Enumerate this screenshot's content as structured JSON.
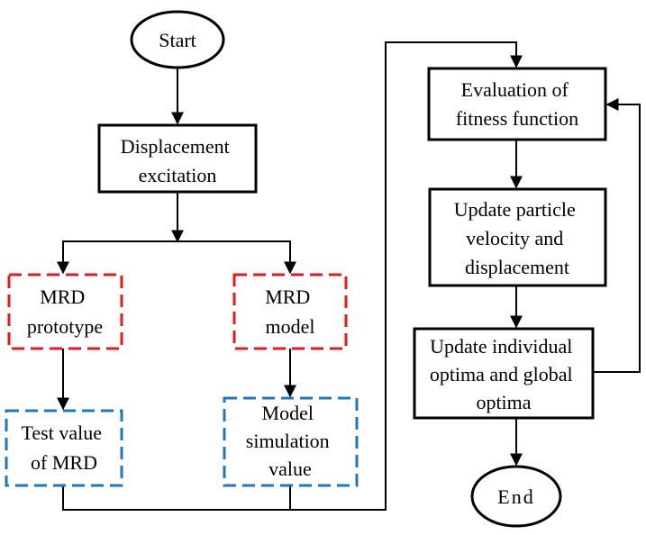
{
  "nodes": {
    "start": {
      "lines": [
        "Start"
      ]
    },
    "displacement_excitation": {
      "lines": [
        "Displacement",
        "excitation"
      ]
    },
    "mrd_prototype": {
      "lines": [
        "MRD",
        "prototype"
      ]
    },
    "mrd_model": {
      "lines": [
        "MRD",
        "model"
      ]
    },
    "test_value": {
      "lines": [
        "Test value",
        "of MRD"
      ]
    },
    "model_simulation": {
      "lines": [
        "Model",
        "simulation",
        "value"
      ]
    },
    "evaluation_fitness": {
      "lines": [
        "Evaluation of",
        "fitness function"
      ]
    },
    "update_particle": {
      "lines": [
        "Update particle",
        "velocity and",
        "displacement"
      ]
    },
    "update_optima": {
      "lines": [
        "Update individual",
        "optima and global",
        "optima"
      ]
    },
    "end": {
      "lines": [
        "End"
      ]
    }
  },
  "colors": {
    "stroke": "#000000",
    "measurement_border": "#e31a1c",
    "output_border": "#1f78b4"
  }
}
